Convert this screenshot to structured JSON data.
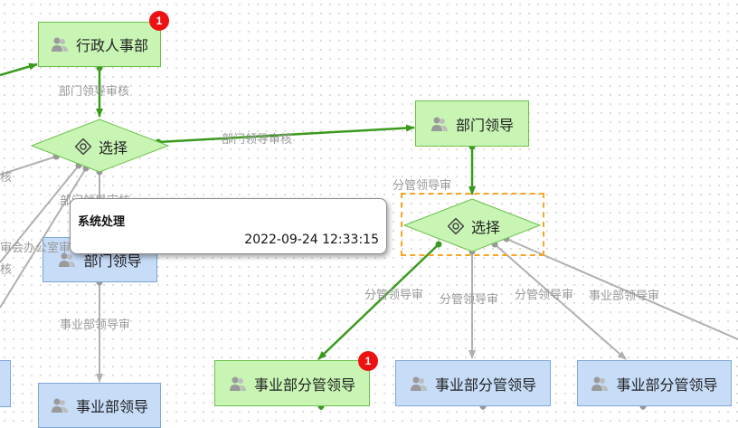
{
  "nodes": {
    "admin_hr": {
      "label": "行政人事部",
      "badge": "1"
    },
    "dept_leader_right": {
      "label": "部门领导"
    },
    "dept_leader_left": {
      "label": "部门领导"
    },
    "div_leader": {
      "label": "事业部领导"
    },
    "div_mgr_1": {
      "label": "事业部分管领导",
      "badge": "1"
    },
    "div_mgr_2": {
      "label": "事业部分管领导"
    },
    "div_mgr_3": {
      "label": "事业部分管领导"
    },
    "gateway_left": {
      "label": "选择"
    },
    "gateway_right": {
      "label": "选择"
    }
  },
  "edge_labels": {
    "dept_review_top": "部门领导审核",
    "dept_review_right": "部门领导审核",
    "dept_review_under": "部门领导审核",
    "review_cut_left": "核",
    "meeting_cut": "审会办公室审",
    "review_cut_left2": "审核",
    "div_leader_review": "事业部领导审",
    "branch_review_top": "分管领导审",
    "branch_review_a": "分管领导审",
    "branch_review_b": "分管领导审",
    "branch_review_c": "分管领导审",
    "div_leader_review_right": "事业部领导审"
  },
  "tooltip": {
    "title": "系统处理",
    "timestamp": "2022-09-24 12:33:15"
  },
  "colors": {
    "active_edge": "#3a9a1e",
    "inactive_edge": "#b0b0b0",
    "green_fill": "#c8f5b4",
    "blue_fill": "#c6dcf7",
    "badge": "#ee1111",
    "selection": "#f5a623"
  }
}
